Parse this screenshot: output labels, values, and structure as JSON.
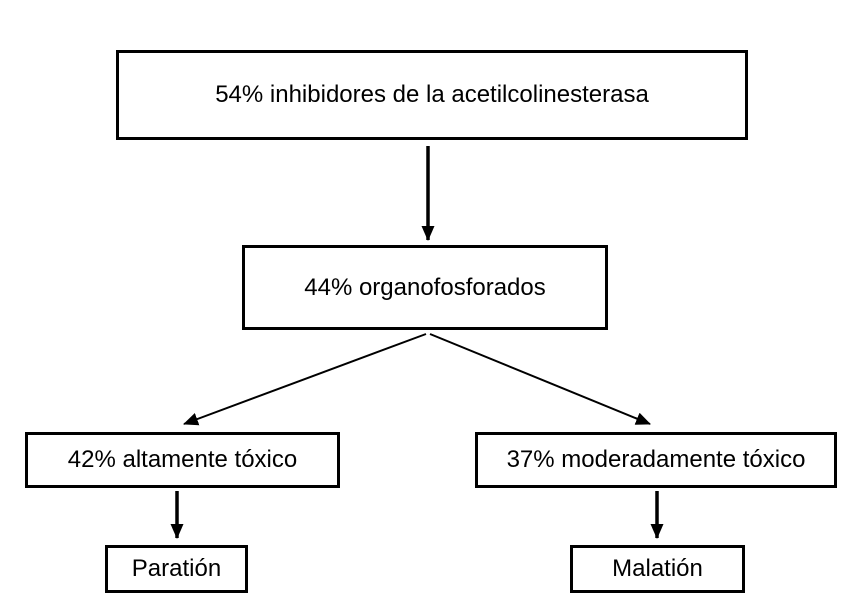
{
  "diagram": {
    "nodes": {
      "root": {
        "label": "54% inhibidores de la acetilcolinesterasa"
      },
      "organofosforados": {
        "label": "44% organofosforados"
      },
      "altamente_toxico": {
        "label": "42% altamente tóxico"
      },
      "moderadamente_toxico": {
        "label": "37% moderadamente tóxico"
      },
      "paration": {
        "label": "Paratión"
      },
      "malation": {
        "label": "Malatión"
      }
    },
    "edges": [
      {
        "from": "root",
        "to": "organofosforados"
      },
      {
        "from": "organofosforados",
        "to": "altamente_toxico"
      },
      {
        "from": "organofosforados",
        "to": "moderadamente_toxico"
      },
      {
        "from": "altamente_toxico",
        "to": "paration"
      },
      {
        "from": "moderadamente_toxico",
        "to": "malation"
      }
    ],
    "colors": {
      "background": "#ffffff",
      "box_border": "#000000",
      "line": "#000000",
      "text": "#000000"
    }
  }
}
